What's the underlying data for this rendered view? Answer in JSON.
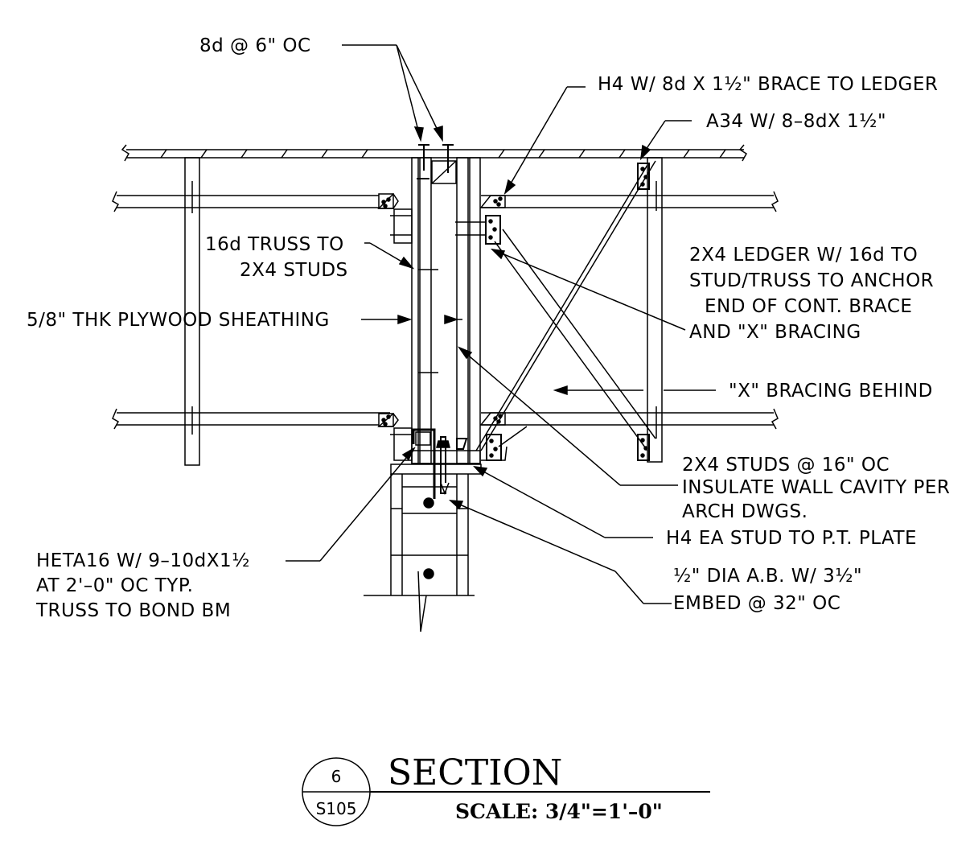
{
  "callouts": {
    "nailing_top": "8d @ 6\" OC",
    "h4_brace": "H4 W/ 8d X 1½\" BRACE TO LEDGER",
    "a34": "A34 W/ 8–8dX 1½\"",
    "truss_studs_1": "16d TRUSS TO",
    "truss_studs_2": "2X4 STUDS",
    "sheathing": "5/8\" THK PLYWOOD SHEATHING",
    "ledger_1": "2X4 LEDGER W/ 16d TO",
    "ledger_2": "STUD/TRUSS TO ANCHOR",
    "ledger_3": "END OF CONT. BRACE",
    "ledger_4": "AND \"X\" BRACING",
    "x_bracing": "\"X\" BRACING BEHIND",
    "studs_1": "2X4 STUDS @ 16\" OC",
    "studs_2": "INSULATE WALL CAVITY PER",
    "studs_3": "ARCH DWGS.",
    "h4_stud": "H4 EA STUD TO P.T. PLATE",
    "heta_1": "HETA16 W/ 9–10dX1½",
    "heta_2": "AT 2'–0\" OC TYP.",
    "heta_3": "TRUSS TO BOND BM",
    "anchor_1": "½\" DIA A.B. W/ 3½\"",
    "anchor_2": "EMBED @ 32\" OC"
  },
  "title_block": {
    "detail_number": "6",
    "sheet_number": "S105",
    "title": "SECTION",
    "scale": "SCALE:  3/4\"=1'–0\""
  }
}
